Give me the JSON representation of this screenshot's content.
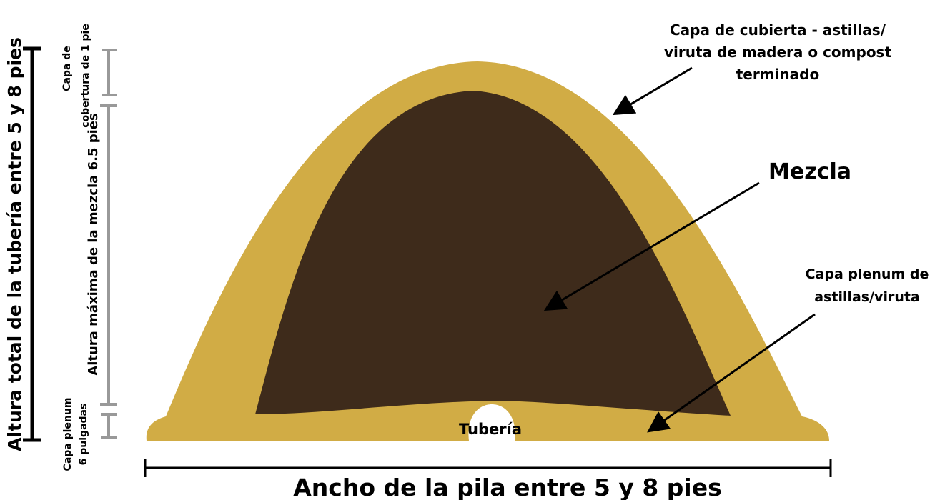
{
  "labels": {
    "cover_layer": [
      "Capa de cubierta - astillas/",
      "viruta de madera o compost",
      "terminado"
    ],
    "mix": "Mezcla",
    "plenum_layer": [
      "Capa plenum de",
      "astillas/viruta"
    ],
    "pipe": "Tubería",
    "width": "Ancho de la pila entre 5 y 8 pies",
    "total_height": "Altura total de la tubería entre 5 y 8 pies",
    "mix_height": "Altura máxima de la mezcla 6.5 pies",
    "cover_height": [
      "Capa de",
      "cobertura de 1 pie"
    ],
    "plenum_height": [
      "Capa plenum",
      "6 pulgadas"
    ]
  },
  "colors": {
    "outer_layer": "#d1ac45",
    "mix_core": "#3e2b1b",
    "pipe": "#ffffff",
    "dimension_black": "#000000",
    "dimension_gray": "#999999"
  }
}
